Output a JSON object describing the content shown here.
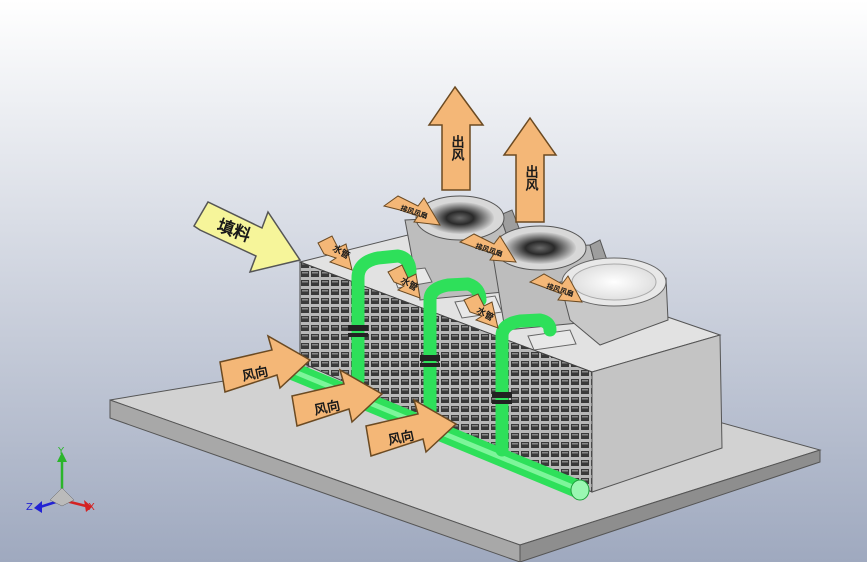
{
  "labels": {
    "fill": "填料",
    "wind_direction": "风向",
    "exhaust": "出风",
    "water_pipe": "水管",
    "fan_outlet": "排风风扇",
    "top_fan": "排风风扇"
  },
  "axes": {
    "x": "X",
    "y": "Y",
    "z": "Z"
  },
  "colors": {
    "background_top": "#ffffff",
    "background_bottom": "#9fa9bf",
    "arrow_fill": "#f4b777",
    "arrow_stroke": "#6b4a22",
    "fill_arrow": "#f6f59a",
    "pipe_green": "#2ee05a",
    "base_plate": "#c9c9c9",
    "tower_side": "#c4c4c4",
    "tower_top": "#dedede"
  }
}
